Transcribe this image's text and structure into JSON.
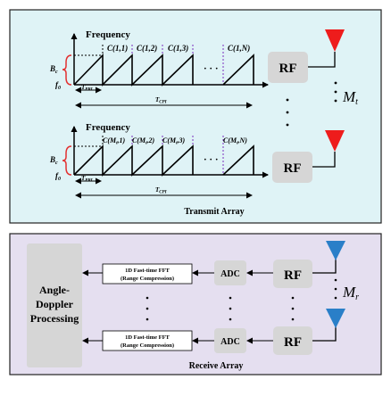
{
  "colors": {
    "transmit_bg": "#dff3f6",
    "receive_bg": "#e5dff0",
    "block_fill": "#d6d6d6",
    "antenna_tx": "#ee1c1c",
    "antenna_rx": "#2a7fc8",
    "bracket": "#e23030",
    "divider": "#7b2fbe"
  },
  "transmit": {
    "title": "Transmit Array",
    "chirp1": {
      "axis_label": "Frequency",
      "bc": "B",
      "bc_sub": "c",
      "f0": "f",
      "f0_sub": "0",
      "tpri": "T",
      "tpri_sub": "PRI",
      "tcpi": "T",
      "tcpi_sub": "CPI",
      "codes": [
        "C(1,1)",
        "C(1,2)",
        "C(1,3)",
        "C(1,N)"
      ],
      "ellipsis": "· · ·"
    },
    "chirp2": {
      "axis_label": "Frequency",
      "bc": "B",
      "bc_sub": "c",
      "f0": "f",
      "f0_sub": "0",
      "tpri": "T",
      "tpri_sub": "PRI",
      "tcpi": "T",
      "tcpi_sub": "CPI",
      "codes": [
        "C(M",
        ",1)",
        "C(M",
        ",2)",
        "C(M",
        ",3)",
        "C(M",
        ",N)"
      ],
      "code_sub": "t",
      "ellipsis": "· · ·"
    },
    "rf": [
      "RF",
      "RF"
    ],
    "mt": "M",
    "mt_sub": "t"
  },
  "receive": {
    "title": "Receive Array",
    "processing": [
      "Angle-",
      "Doppler",
      "Processing"
    ],
    "fft_line1": "1D Fast-time FFT",
    "fft_line2": "(Range Compression)",
    "adc": [
      "ADC",
      "ADC"
    ],
    "rf": [
      "RF",
      "RF"
    ],
    "mr": "M",
    "mr_sub": "r"
  }
}
